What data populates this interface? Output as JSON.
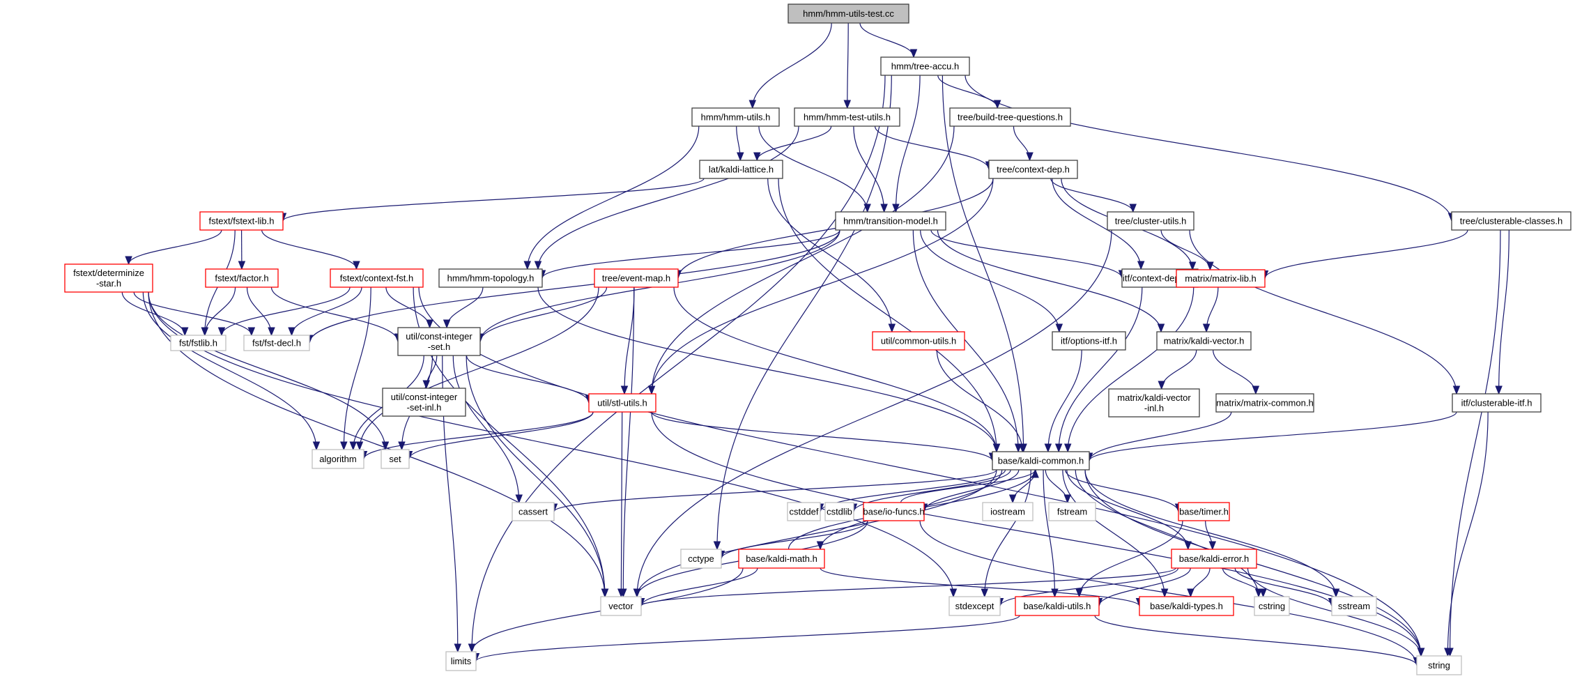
{
  "diagram": {
    "title": "hmm/hmm-utils-test.cc",
    "type": "include-dependency-graph",
    "colors": {
      "edge": "#191970",
      "root_fill": "#bfbfbf",
      "documented_border": "#404040",
      "undocumented_border": "#ff0000",
      "external_border": "#bfbfbf"
    },
    "nodes": [
      {
        "id": "root",
        "label": "hmm/hmm-utils-test.cc",
        "kind": "root"
      },
      {
        "id": "tree_accu",
        "label": "hmm/tree-accu.h",
        "kind": "normal"
      },
      {
        "id": "hmm_utils",
        "label": "hmm/hmm-utils.h",
        "kind": "normal"
      },
      {
        "id": "hmm_test_utils",
        "label": "hmm/hmm-test-utils.h",
        "kind": "normal"
      },
      {
        "id": "build_tree_q",
        "label": "tree/build-tree-questions.h",
        "kind": "normal"
      },
      {
        "id": "kaldi_lattice",
        "label": "lat/kaldi-lattice.h",
        "kind": "normal"
      },
      {
        "id": "context_dep",
        "label": "tree/context-dep.h",
        "kind": "normal"
      },
      {
        "id": "fstext_lib",
        "label": "fstext/fstext-lib.h",
        "kind": "red"
      },
      {
        "id": "transition_model",
        "label": "hmm/transition-model.h",
        "kind": "normal"
      },
      {
        "id": "cluster_utils",
        "label": "tree/cluster-utils.h",
        "kind": "normal"
      },
      {
        "id": "clusterable_classes",
        "label": "tree/clusterable-classes.h",
        "kind": "normal"
      },
      {
        "id": "determinize_star",
        "label": "fstext/determinize\n-star.h",
        "kind": "red"
      },
      {
        "id": "factor",
        "label": "fstext/factor.h",
        "kind": "red"
      },
      {
        "id": "context_fst",
        "label": "fstext/context-fst.h",
        "kind": "red"
      },
      {
        "id": "hmm_topology",
        "label": "hmm/hmm-topology.h",
        "kind": "normal"
      },
      {
        "id": "event_map",
        "label": "tree/event-map.h",
        "kind": "red"
      },
      {
        "id": "context_dep_itf",
        "label": "itf/context-dep-itf.h",
        "kind": "normal"
      },
      {
        "id": "matrix_lib",
        "label": "matrix/matrix-lib.h",
        "kind": "red"
      },
      {
        "id": "fstlib",
        "label": "fst/fstlib.h",
        "kind": "external"
      },
      {
        "id": "fst_decl",
        "label": "fst/fst-decl.h",
        "kind": "external"
      },
      {
        "id": "const_int_set",
        "label": "util/const-integer\n-set.h",
        "kind": "normal"
      },
      {
        "id": "common_utils",
        "label": "util/common-utils.h",
        "kind": "red"
      },
      {
        "id": "options_itf",
        "label": "itf/options-itf.h",
        "kind": "normal"
      },
      {
        "id": "kaldi_vector",
        "label": "matrix/kaldi-vector.h",
        "kind": "normal"
      },
      {
        "id": "const_int_set_inl",
        "label": "util/const-integer\n-set-inl.h",
        "kind": "normal"
      },
      {
        "id": "stl_utils",
        "label": "util/stl-utils.h",
        "kind": "red"
      },
      {
        "id": "kaldi_vector_inl",
        "label": "matrix/kaldi-vector\n-inl.h",
        "kind": "normal"
      },
      {
        "id": "matrix_common",
        "label": "matrix/matrix-common.h",
        "kind": "normal"
      },
      {
        "id": "clusterable_itf",
        "label": "itf/clusterable-itf.h",
        "kind": "normal"
      },
      {
        "id": "algorithm",
        "label": "algorithm",
        "kind": "external"
      },
      {
        "id": "set",
        "label": "set",
        "kind": "external"
      },
      {
        "id": "kaldi_common",
        "label": "base/kaldi-common.h",
        "kind": "normal"
      },
      {
        "id": "cassert",
        "label": "cassert",
        "kind": "external"
      },
      {
        "id": "cstddef",
        "label": "cstddef",
        "kind": "external"
      },
      {
        "id": "cstdlib",
        "label": "cstdlib",
        "kind": "external"
      },
      {
        "id": "io_funcs",
        "label": "base/io-funcs.h",
        "kind": "red"
      },
      {
        "id": "iostream",
        "label": "iostream",
        "kind": "external"
      },
      {
        "id": "fstream",
        "label": "fstream",
        "kind": "external"
      },
      {
        "id": "timer",
        "label": "base/timer.h",
        "kind": "red"
      },
      {
        "id": "cctype",
        "label": "cctype",
        "kind": "external"
      },
      {
        "id": "kaldi_math",
        "label": "base/kaldi-math.h",
        "kind": "red"
      },
      {
        "id": "kaldi_error",
        "label": "base/kaldi-error.h",
        "kind": "red"
      },
      {
        "id": "vector",
        "label": "vector",
        "kind": "external"
      },
      {
        "id": "stdexcept",
        "label": "stdexcept",
        "kind": "external"
      },
      {
        "id": "kaldi_utils",
        "label": "base/kaldi-utils.h",
        "kind": "red"
      },
      {
        "id": "kaldi_types",
        "label": "base/kaldi-types.h",
        "kind": "red"
      },
      {
        "id": "cstring",
        "label": "cstring",
        "kind": "external"
      },
      {
        "id": "sstream",
        "label": "sstream",
        "kind": "external"
      },
      {
        "id": "limits",
        "label": "limits",
        "kind": "external"
      },
      {
        "id": "string",
        "label": "string",
        "kind": "external"
      }
    ],
    "edges": [
      [
        "root",
        "tree_accu"
      ],
      [
        "root",
        "hmm_utils"
      ],
      [
        "root",
        "hmm_test_utils"
      ],
      [
        "tree_accu",
        "build_tree_q"
      ],
      [
        "tree_accu",
        "transition_model"
      ],
      [
        "tree_accu",
        "clusterable_classes"
      ],
      [
        "tree_accu",
        "kaldi_common"
      ],
      [
        "tree_accu",
        "cctype"
      ],
      [
        "tree_accu",
        "limits"
      ],
      [
        "hmm_utils",
        "kaldi_lattice"
      ],
      [
        "hmm_utils",
        "transition_model"
      ],
      [
        "hmm_utils",
        "hmm_topology"
      ],
      [
        "hmm_test_utils",
        "kaldi_lattice"
      ],
      [
        "hmm_test_utils",
        "transition_model"
      ],
      [
        "hmm_test_utils",
        "context_dep"
      ],
      [
        "hmm_test_utils",
        "hmm_topology"
      ],
      [
        "build_tree_q",
        "context_dep"
      ],
      [
        "build_tree_q",
        "stl_utils"
      ],
      [
        "kaldi_lattice",
        "fstext_lib"
      ],
      [
        "kaldi_lattice",
        "kaldi_common"
      ],
      [
        "kaldi_lattice",
        "common_utils"
      ],
      [
        "context_dep",
        "cluster_utils"
      ],
      [
        "context_dep",
        "matrix_lib"
      ],
      [
        "context_dep",
        "event_map"
      ],
      [
        "context_dep",
        "context_dep_itf"
      ],
      [
        "context_dep",
        "stl_utils"
      ],
      [
        "fstext_lib",
        "determinize_star"
      ],
      [
        "fstext_lib",
        "factor"
      ],
      [
        "fstext_lib",
        "context_fst"
      ],
      [
        "fstext_lib",
        "fstlib"
      ],
      [
        "transition_model",
        "hmm_topology"
      ],
      [
        "transition_model",
        "context_dep_itf"
      ],
      [
        "transition_model",
        "options_itf"
      ],
      [
        "transition_model",
        "kaldi_vector"
      ],
      [
        "transition_model",
        "kaldi_common"
      ],
      [
        "transition_model",
        "const_int_set"
      ],
      [
        "transition_model",
        "fst_decl"
      ],
      [
        "cluster_utils",
        "matrix_lib"
      ],
      [
        "cluster_utils",
        "clusterable_itf"
      ],
      [
        "cluster_utils",
        "vector"
      ],
      [
        "clusterable_classes",
        "matrix_lib"
      ],
      [
        "clusterable_classes",
        "clusterable_itf"
      ],
      [
        "clusterable_classes",
        "string"
      ],
      [
        "determinize_star",
        "fstlib"
      ],
      [
        "determinize_star",
        "fst_decl"
      ],
      [
        "determinize_star",
        "algorithm"
      ],
      [
        "determinize_star",
        "set"
      ],
      [
        "determinize_star",
        "vector"
      ],
      [
        "determinize_star",
        "stdexcept"
      ],
      [
        "factor",
        "fstlib"
      ],
      [
        "factor",
        "fst_decl"
      ],
      [
        "factor",
        "const_int_set"
      ],
      [
        "context_fst",
        "fstlib"
      ],
      [
        "context_fst",
        "fst_decl"
      ],
      [
        "context_fst",
        "const_int_set"
      ],
      [
        "context_fst",
        "algorithm"
      ],
      [
        "context_fst",
        "vector"
      ],
      [
        "context_fst",
        "string"
      ],
      [
        "hmm_topology",
        "const_int_set"
      ],
      [
        "hmm_topology",
        "kaldi_common"
      ],
      [
        "event_map",
        "const_int_set"
      ],
      [
        "event_map",
        "stl_utils"
      ],
      [
        "event_map",
        "kaldi_common"
      ],
      [
        "event_map",
        "algorithm"
      ],
      [
        "event_map",
        "vector"
      ],
      [
        "context_dep_itf",
        "kaldi_common"
      ],
      [
        "matrix_lib",
        "kaldi_vector"
      ],
      [
        "matrix_lib",
        "kaldi_common"
      ],
      [
        "const_int_set",
        "const_int_set_inl"
      ],
      [
        "const_int_set",
        "stl_utils"
      ],
      [
        "const_int_set",
        "algorithm"
      ],
      [
        "const_int_set",
        "set"
      ],
      [
        "const_int_set",
        "cassert"
      ],
      [
        "const_int_set",
        "vector"
      ],
      [
        "const_int_set",
        "limits"
      ],
      [
        "common_utils",
        "kaldi_common"
      ],
      [
        "options_itf",
        "kaldi_common"
      ],
      [
        "kaldi_vector",
        "kaldi_vector_inl"
      ],
      [
        "kaldi_vector",
        "matrix_common"
      ],
      [
        "stl_utils",
        "algorithm"
      ],
      [
        "stl_utils",
        "set"
      ],
      [
        "stl_utils",
        "vector"
      ],
      [
        "stl_utils",
        "kaldi_common"
      ],
      [
        "stl_utils",
        "string"
      ],
      [
        "matrix_common",
        "kaldi_common"
      ],
      [
        "clusterable_itf",
        "kaldi_common"
      ],
      [
        "clusterable_itf",
        "string"
      ],
      [
        "kaldi_common",
        "cassert"
      ],
      [
        "kaldi_common",
        "cstddef"
      ],
      [
        "kaldi_common",
        "cstdlib"
      ],
      [
        "kaldi_common",
        "io_funcs"
      ],
      [
        "kaldi_common",
        "iostream"
      ],
      [
        "kaldi_common",
        "fstream"
      ],
      [
        "kaldi_common",
        "timer"
      ],
      [
        "kaldi_common",
        "kaldi_math"
      ],
      [
        "kaldi_common",
        "kaldi_error"
      ],
      [
        "kaldi_common",
        "vector"
      ],
      [
        "kaldi_common",
        "stdexcept"
      ],
      [
        "kaldi_common",
        "kaldi_utils"
      ],
      [
        "kaldi_common",
        "kaldi_types"
      ],
      [
        "kaldi_common",
        "cstring"
      ],
      [
        "kaldi_common",
        "sstream"
      ],
      [
        "kaldi_common",
        "string"
      ],
      [
        "io_funcs",
        "kaldi_common"
      ],
      [
        "io_funcs",
        "cctype"
      ],
      [
        "io_funcs",
        "vector"
      ],
      [
        "io_funcs",
        "string"
      ],
      [
        "timer",
        "kaldi_error"
      ],
      [
        "timer",
        "kaldi_utils"
      ],
      [
        "kaldi_math",
        "kaldi_common"
      ],
      [
        "kaldi_math",
        "vector"
      ],
      [
        "kaldi_math",
        "limits"
      ],
      [
        "kaldi_math",
        "kaldi_types"
      ],
      [
        "kaldi_error",
        "vector"
      ],
      [
        "kaldi_error",
        "stdexcept"
      ],
      [
        "kaldi_error",
        "kaldi_utils"
      ],
      [
        "kaldi_error",
        "kaldi_types"
      ],
      [
        "kaldi_error",
        "cstring"
      ],
      [
        "kaldi_error",
        "sstream"
      ],
      [
        "kaldi_error",
        "string"
      ],
      [
        "kaldi_utils",
        "limits"
      ],
      [
        "kaldi_utils",
        "string"
      ]
    ]
  }
}
